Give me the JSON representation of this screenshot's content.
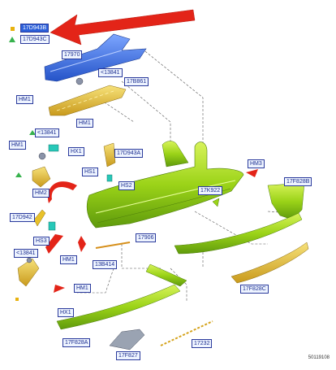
{
  "diagram": {
    "reference_code": "50119108",
    "labels": [
      {
        "id": "17d943b",
        "text": "17D943B",
        "selected": true
      },
      {
        "id": "17d943c",
        "text": "17D943C"
      },
      {
        "id": "17970",
        "text": "17970"
      },
      {
        "id": "13841-a",
        "text": "<13841"
      },
      {
        "id": "17b861",
        "text": "17B861"
      },
      {
        "id": "hm1-a",
        "text": "HM1"
      },
      {
        "id": "hm1-b",
        "text": "HM1"
      },
      {
        "id": "13841-b",
        "text": "<13841"
      },
      {
        "id": "hm1-c",
        "text": "HM1"
      },
      {
        "id": "hx1-a",
        "text": "HX1"
      },
      {
        "id": "17d943a",
        "text": "17D943A"
      },
      {
        "id": "hs1",
        "text": "HS1"
      },
      {
        "id": "hs2",
        "text": "HS2"
      },
      {
        "id": "hm2",
        "text": "HM2"
      },
      {
        "id": "17k922",
        "text": "17K922"
      },
      {
        "id": "hm3",
        "text": "HM3"
      },
      {
        "id": "17f828b",
        "text": "17F828B"
      },
      {
        "id": "17d942",
        "text": "17D942"
      },
      {
        "id": "hs3",
        "text": "HS3"
      },
      {
        "id": "17906",
        "text": "17906"
      },
      {
        "id": "13841-c",
        "text": "<13841"
      },
      {
        "id": "hm1-d",
        "text": "HM1"
      },
      {
        "id": "13b414",
        "text": "13B414"
      },
      {
        "id": "hm1-e",
        "text": "HM1"
      },
      {
        "id": "17f828c",
        "text": "17F828C"
      },
      {
        "id": "hx1-b",
        "text": "HX1"
      },
      {
        "id": "17f828a",
        "text": "17F828A"
      },
      {
        "id": "17f827",
        "text": "17F827"
      },
      {
        "id": "17232",
        "text": "17232"
      }
    ]
  }
}
